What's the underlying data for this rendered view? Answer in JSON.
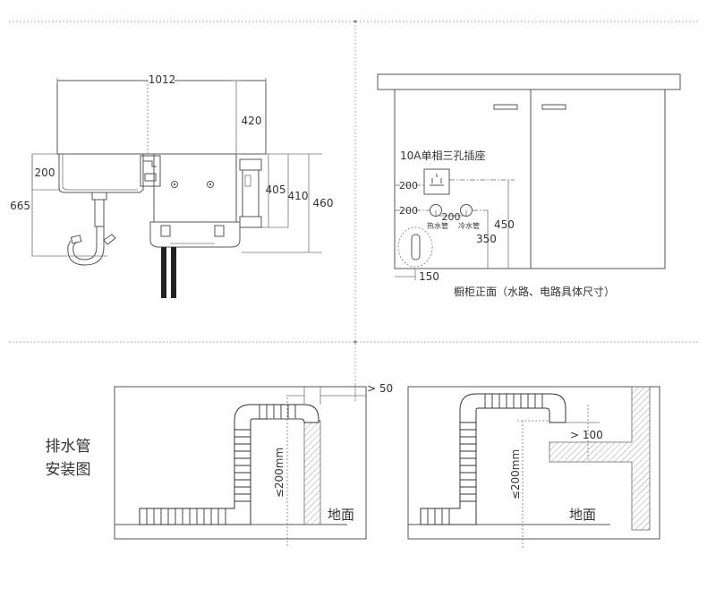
{
  "sink_side_view": {
    "dim_width": "1012",
    "dim_height_top": "420",
    "dim_bowl_depth": "200",
    "dim_total_height": "665",
    "dim_a": "405",
    "dim_b": "410",
    "dim_c": "460"
  },
  "cabinet_front": {
    "socket_label": "10A单相三孔插座",
    "dim_socket_left": "200",
    "dim_pipe_left": "200",
    "dim_pipe_gap": "200",
    "hot_pipe": "热水管",
    "cold_pipe": "冷水管",
    "dim_450": "450",
    "dim_350": "350",
    "dim_150": "150",
    "caption": "橱柜正面（水路、电路具体尺寸）"
  },
  "drain_install": {
    "title_line1": "排水管",
    "title_line2": "安装图",
    "left": {
      "gap_label": "> 50",
      "height_label": "≤200mm",
      "floor_label": "地面"
    },
    "right": {
      "gap_label": "> 100",
      "height_label": "≤200mm",
      "floor_label": "地面"
    }
  }
}
